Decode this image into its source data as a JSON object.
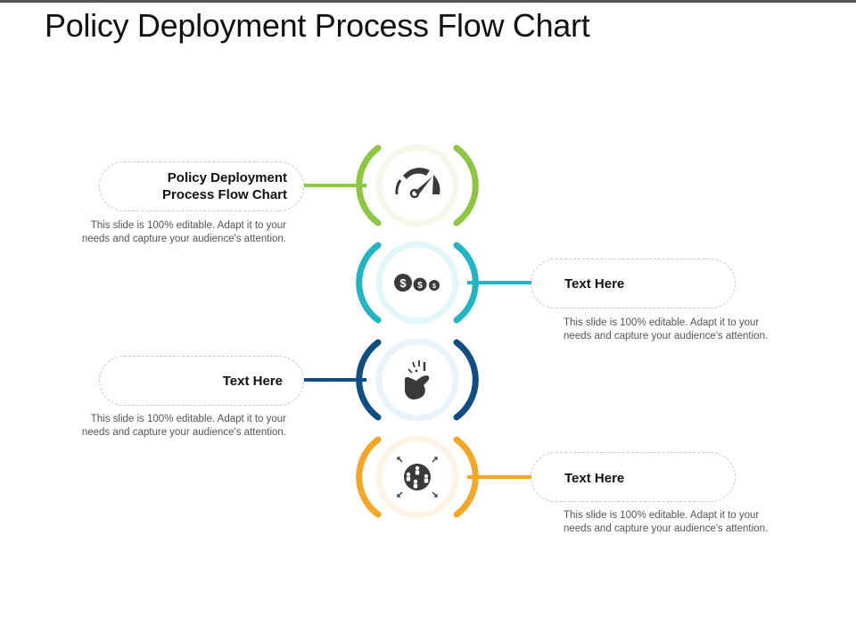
{
  "title": "Policy Deployment Process Flow Chart",
  "colors": {
    "step1": "#8dc63f",
    "step2": "#1fb5c4",
    "step3": "#0f4e84",
    "step4": "#f5a623",
    "step1_ring": "#f3f8ea",
    "step2_ring": "#e2f7fa",
    "step3_ring": "#e8f3fc",
    "step4_ring": "#fdf4e6",
    "icon": "#3a3a3a"
  },
  "steps": [
    {
      "label": "Policy Deployment Process Flow Chart",
      "label_lines": [
        "Policy Deployment",
        "Process Flow Chart"
      ],
      "description_lines": [
        "This slide is 100% editable. Adapt it to your",
        "needs and capture your audience's attention."
      ],
      "icon": "speedometer-icon",
      "side": "left"
    },
    {
      "label": "Text Here",
      "description_lines": [
        "This slide is 100% editable. Adapt it to your",
        "needs and capture your audience's attention."
      ],
      "icon": "dollar-coins-icon",
      "side": "right"
    },
    {
      "label": "Text Here",
      "description_lines": [
        "This slide is 100% editable. Adapt it to your",
        "needs and capture your audience's attention."
      ],
      "icon": "hand-snap-icon",
      "side": "left"
    },
    {
      "label": "Text Here",
      "description_lines": [
        "This slide is 100% editable. Adapt it to your",
        "needs and capture your audience's attention."
      ],
      "icon": "people-network-icon",
      "side": "right"
    }
  ]
}
